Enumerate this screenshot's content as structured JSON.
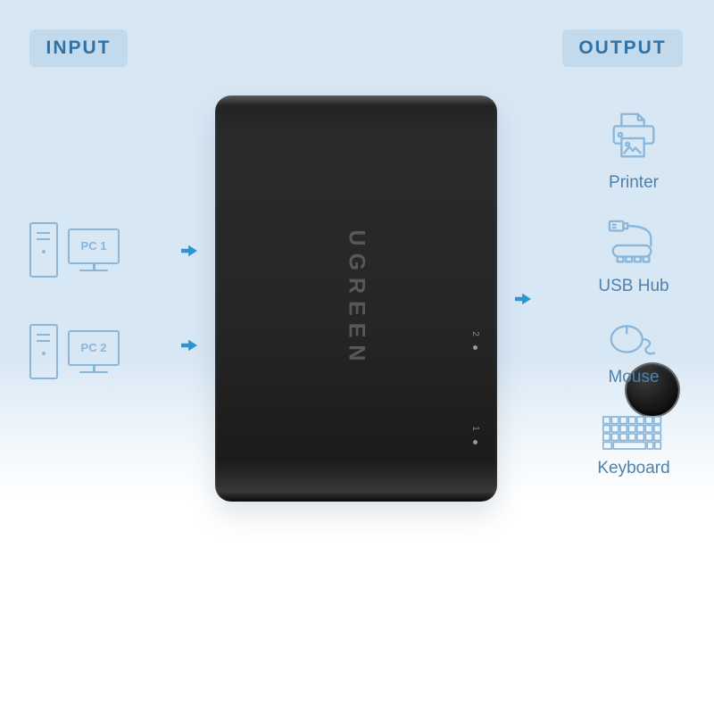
{
  "badges": {
    "input": "INPUT",
    "output": "OUTPUT"
  },
  "device": {
    "brand": "UGREEN",
    "ports": [
      "2",
      "1"
    ]
  },
  "inputs": [
    {
      "label": "PC 1"
    },
    {
      "label": "PC 2"
    }
  ],
  "outputs": [
    {
      "label": "Printer"
    },
    {
      "label": "USB Hub"
    },
    {
      "label": "Mouse"
    },
    {
      "label": "Keyboard"
    }
  ],
  "colors": {
    "background_top": "#d8e7f4",
    "badge_background": "#c3d9ec",
    "badge_text": "#2f72a8",
    "label_text": "#4d81ae",
    "icon_stroke": "#8ab6da",
    "arrow": "#2d96d2",
    "device_body": "#242424",
    "brand_text": "#585858"
  }
}
